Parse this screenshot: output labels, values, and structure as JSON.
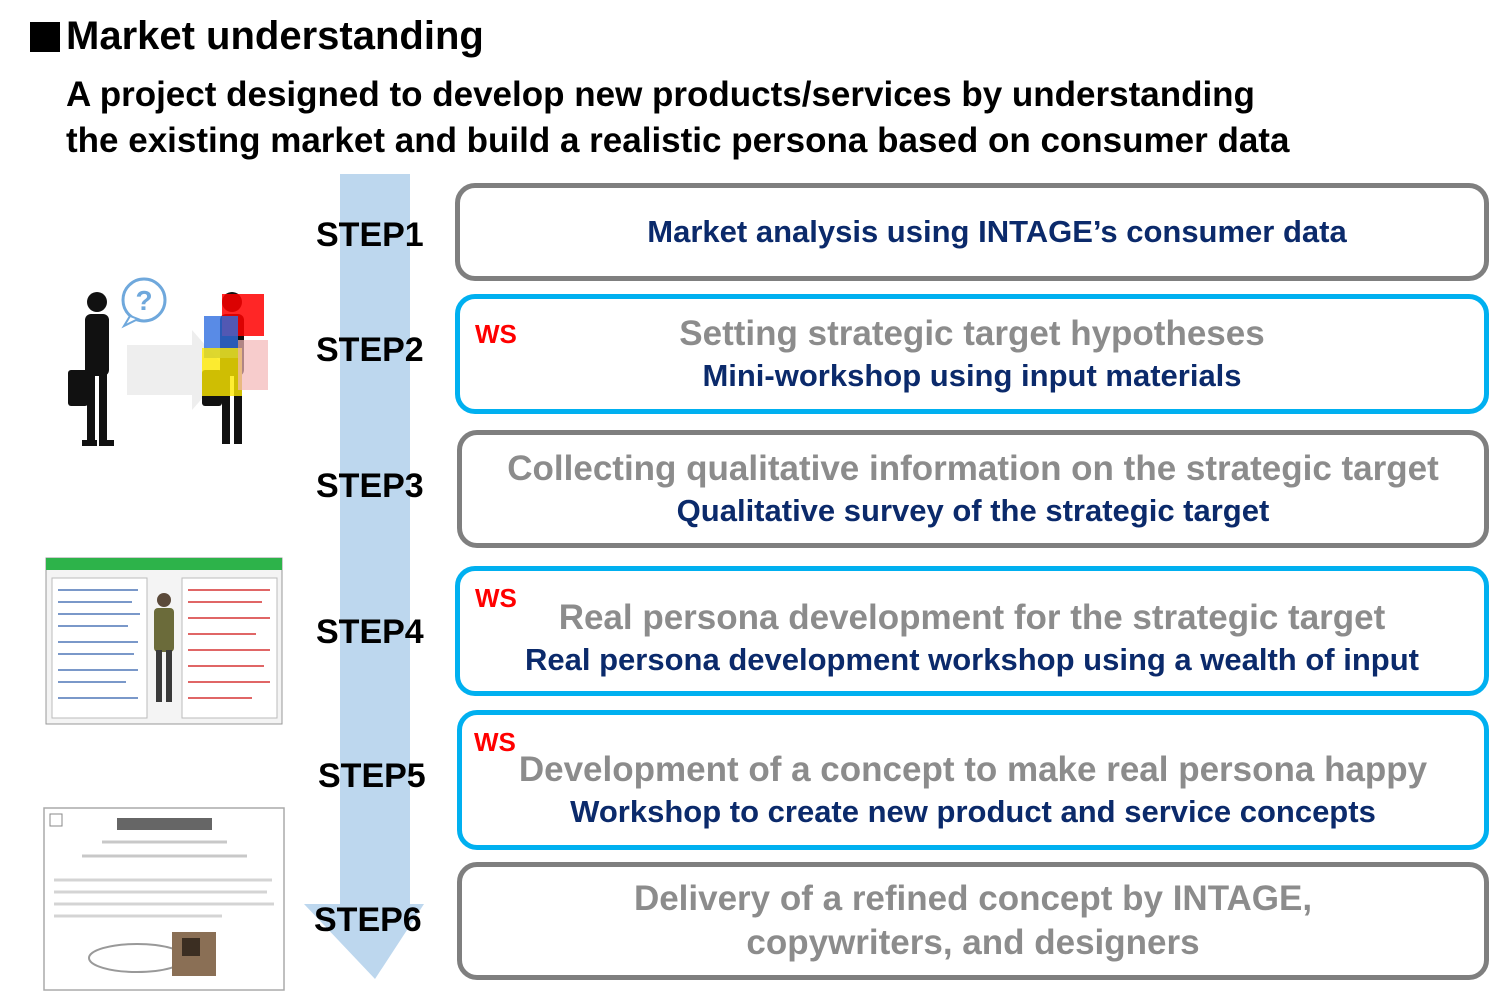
{
  "header": {
    "title": "Market understanding",
    "subtitle_line1": "A project designed to develop new products/services by understanding",
    "subtitle_line2": "the existing market and build a realistic persona based on consumer data"
  },
  "steps": [
    {
      "label": "STEP1",
      "ws": "",
      "primary": "",
      "secondary": "Market analysis using INTAGE’s consumer data"
    },
    {
      "label": "STEP2",
      "ws": "WS",
      "primary": "Setting strategic target hypotheses",
      "secondary": "Mini-workshop using input materials"
    },
    {
      "label": "STEP3",
      "ws": "",
      "primary": "Collecting qualitative information on the strategic target",
      "secondary": "Qualitative survey of the strategic target"
    },
    {
      "label": "STEP4",
      "ws": "WS",
      "primary": "Real persona development for the strategic target",
      "secondary": "Real persona development workshop using a wealth of input"
    },
    {
      "label": "STEP5",
      "ws": "WS",
      "primary": "Development of a concept to make real persona happy",
      "secondary": "Workshop to create new product and service concepts"
    },
    {
      "label": "STEP6",
      "ws": "",
      "primary_line1": "Delivery of a refined concept by INTAGE,",
      "primary_line2": "copywriters, and designers"
    }
  ],
  "colors": {
    "arrow": "#bdd7ee",
    "gray_border": "#7f7f7f",
    "blue_border": "#00b0f0",
    "navy_text": "#0b2a6b",
    "gray_text": "#8c8c8c",
    "ws_red": "#ff0000"
  },
  "illustrations": [
    "persona-illustration",
    "persona-sheet-thumbnail",
    "concept-sheet-thumbnail"
  ]
}
